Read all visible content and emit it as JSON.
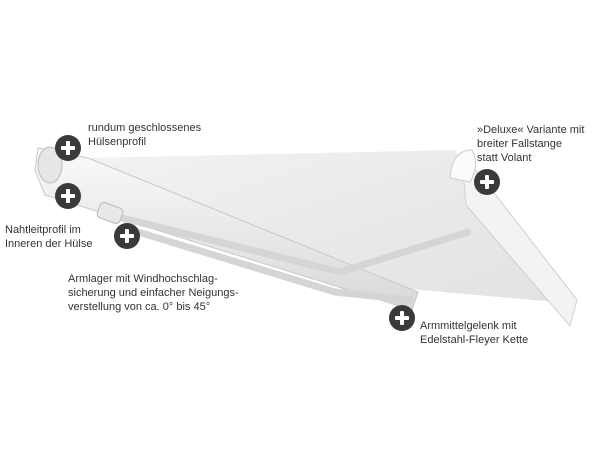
{
  "hotspots": [
    {
      "id": "huelsenprofil",
      "label": "rundum geschlossenes\nHülsenprofil",
      "lines": [
        "rundum geschlossenes",
        "Hülsenprofil"
      ]
    },
    {
      "id": "nahtleitprofil",
      "lines": [
        "Nahtleitprofil im",
        "Inneren der Hülse"
      ]
    },
    {
      "id": "armlager",
      "lines": [
        "Armlager mit Windhochschlag-",
        "sicherung und einfacher Neigungs-",
        "verstellung von ca. 0° bis 45°"
      ]
    },
    {
      "id": "deluxe",
      "lines": [
        "»Deluxe« Variante mit",
        "breiter Fallstange",
        "statt Volant"
      ]
    },
    {
      "id": "armmittelgelenk",
      "lines": [
        "Armmittelgelenk mit",
        "Edelstahl-Fleyer Kette"
      ]
    }
  ],
  "colors": {
    "hotspot": "#3a3a3a",
    "fabric": "#ececec",
    "frame": "#f4f4f4"
  }
}
